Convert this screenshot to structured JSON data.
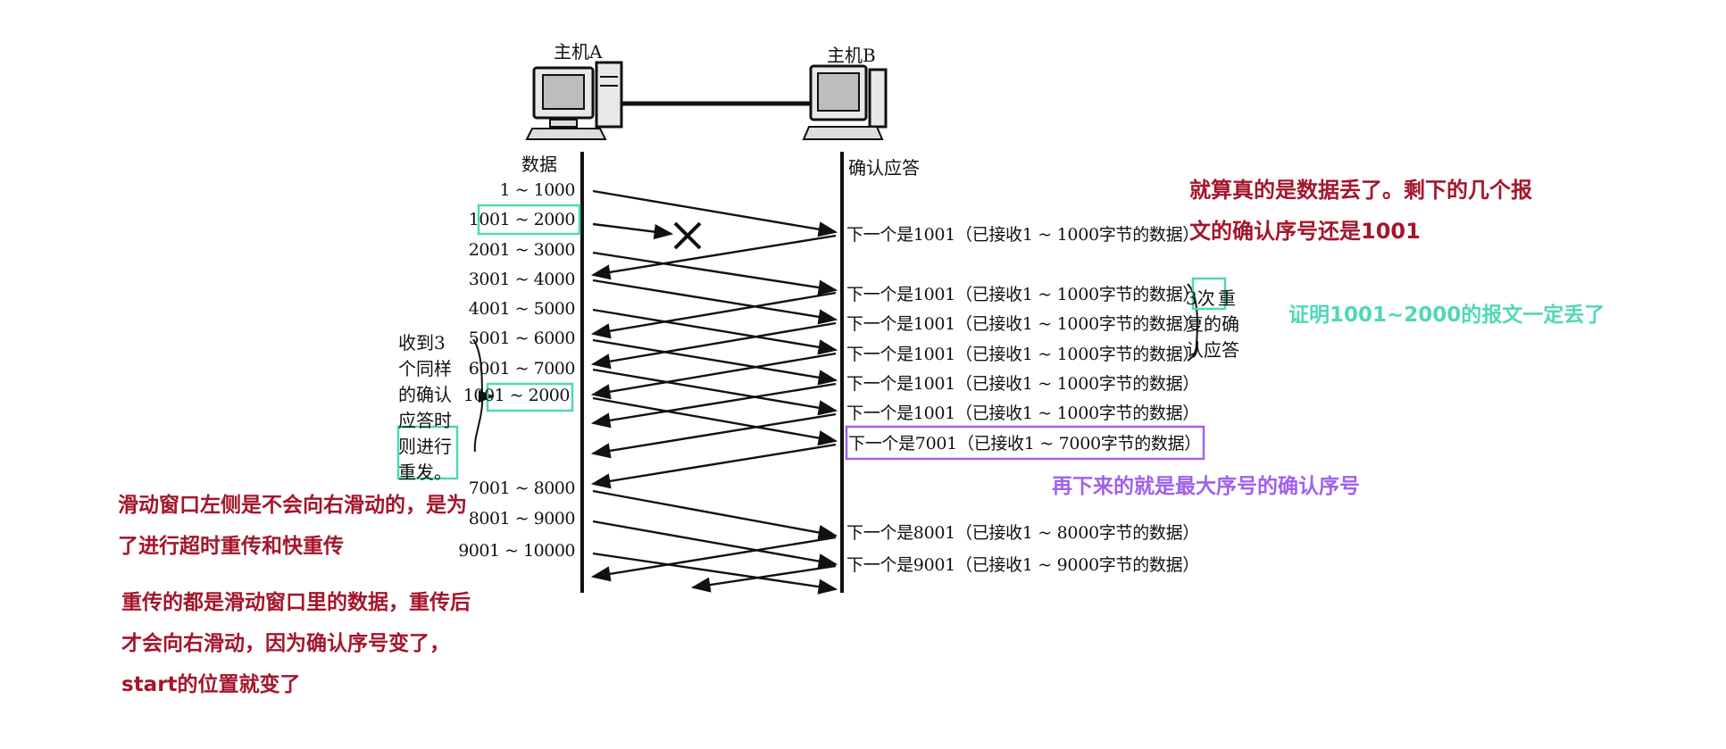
{
  "hosts": {
    "a": "主机A",
    "b": "主机B"
  },
  "axis_labels": {
    "left": "数据",
    "right": "确认应答"
  },
  "segments": [
    "1 ~ 1000",
    "1001 ~ 2000",
    "2001 ~ 3000",
    "3001 ~ 4000",
    "4001 ~ 5000",
    "5001 ~ 6000",
    "6001 ~ 7000",
    "1001 ~ 2000",
    "7001 ~ 8000",
    "8001 ~ 9000",
    "9001 ~ 10000"
  ],
  "acks": [
    "下一个是1001（已接收1 ~ 1000字节的数据）",
    "下一个是1001（已接收1 ~ 1000字节的数据）",
    "下一个是1001（已接收1 ~ 1000字节的数据）",
    "下一个是1001（已接收1 ~ 1000字节的数据）",
    "下一个是1001（已接收1 ~ 1000字节的数据）",
    "下一个是1001（已接收1 ~ 1000字节的数据）",
    "下一个是7001（已接收1 ~ 7000字节的数据）",
    "下一个是8001（已接收1 ~ 8000字节的数据）",
    "下一个是9001（已接收1 ~ 9000字节的数据）"
  ],
  "left_note": "收到3个同样的确认应答时则进行重发。",
  "dup_note": {
    "count": "3次",
    "text": "重复的确认应答"
  },
  "annotations": {
    "lost": "就算真的是数据丢了。剩下的几个报文的确认序号还是1001",
    "proof": "证明1001~2000的报文一定丢了",
    "max_ack": "再下来的就是最大序号的确认序号",
    "window_left": "滑动窗口左侧是不会向右滑动的，是为了进行超时重传和快重传",
    "retransmit": "重传的都是滑动窗口里的数据，重传后才会向右滑动，因为确认序号变了，start的位置就变了"
  },
  "colors": {
    "red_note": "#a4162b",
    "teal_highlight": "#4fd8b7",
    "purple_highlight": "#a160ec",
    "lines": "#111111"
  },
  "icons": {
    "host_a": "computer-icon",
    "host_b": "computer-icon",
    "loss": "cross-icon"
  }
}
